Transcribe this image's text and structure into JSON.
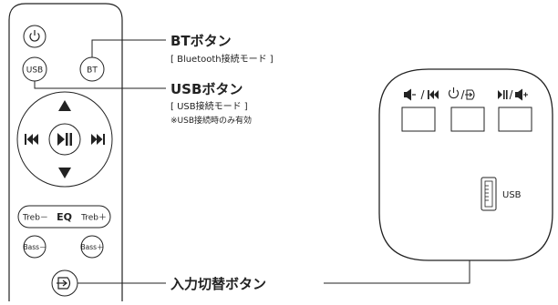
{
  "remote": {
    "buttons": {
      "usb": "USB",
      "bt": "BT",
      "eq": "EQ",
      "treb_minus": "Treb－",
      "treb_plus": "Treb＋",
      "bass_minus": "Bass－",
      "bass_plus": "Bass＋"
    }
  },
  "callouts": {
    "bt": {
      "title": "BTボタン",
      "sub": "[ Bluetooth接続モード ]"
    },
    "usb": {
      "title": "USBボタン",
      "sub": "[ USB接続モード ]",
      "note": "※USB接続時のみ有効"
    },
    "input": {
      "title": "入力切替ボタン"
    }
  },
  "speaker": {
    "usb_port_label": "USB",
    "icons": {
      "left": "volume-down-previous-icon",
      "middle": "power-input-icon",
      "right": "play-pause-volume-up-icon"
    }
  }
}
